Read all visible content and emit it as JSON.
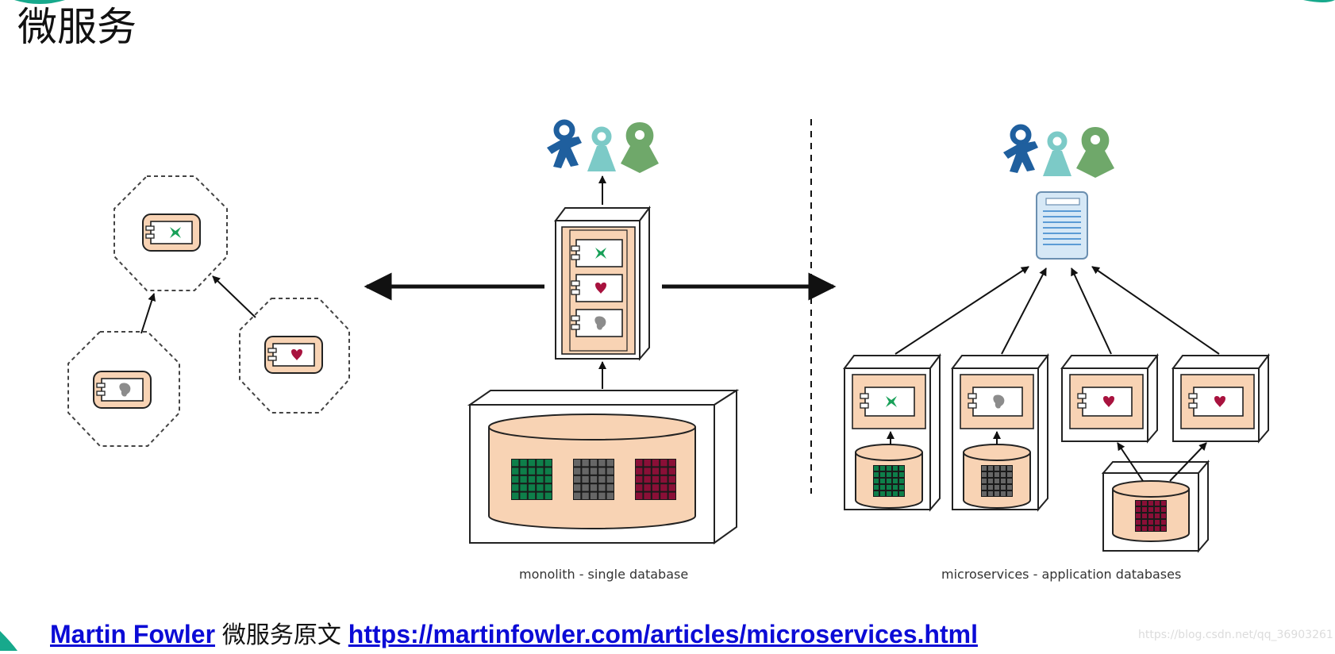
{
  "slide": {
    "title": "微服务",
    "accent_color": "#17a98c"
  },
  "diagram": {
    "monolith_caption": "monolith - single database",
    "microservices_caption": "microservices - application databases",
    "icons": {
      "user_blue": "person-icon",
      "user_teal": "person-icon",
      "user_green": "person-icon",
      "gateway": "document-icon",
      "component_x": "x-shape-icon",
      "component_heart": "heart-shape-icon",
      "component_blob": "blob-shape-icon"
    },
    "colors": {
      "component_fill": "#f8d3b4",
      "user_blue": "#1f5f9e",
      "user_teal": "#7ccac7",
      "user_green": "#6fa86a",
      "data_green": "#0e7f4a",
      "data_gray": "#666666",
      "data_red": "#8a0f37"
    }
  },
  "footer": {
    "author_link": "Martin Fowler",
    "middle_text": "微服务原文",
    "url_link": "https://martinfowler.com/articles/microservices.html",
    "watermark": "https://blog.csdn.net/qq_36903261"
  }
}
